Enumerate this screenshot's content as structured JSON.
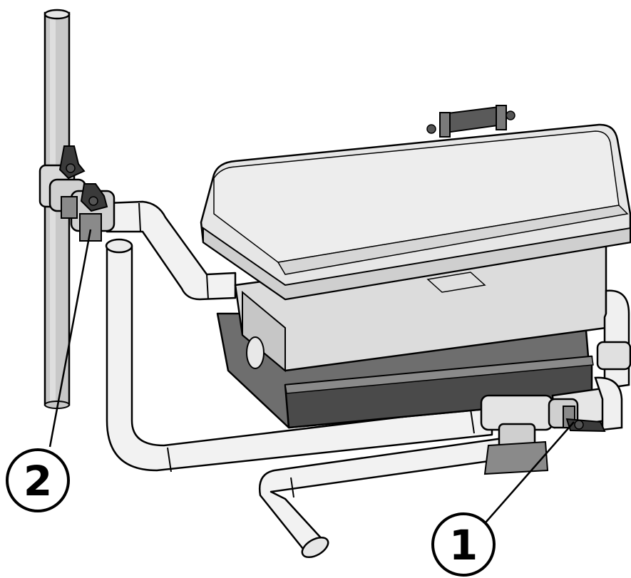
{
  "callouts": [
    {
      "label": "1",
      "target": "valve-1"
    },
    {
      "label": "2",
      "target": "valve-2"
    }
  ],
  "colors": {
    "outline": "#000000",
    "pipe_fill": "#f2f2f2",
    "pipe_shade": "#d9d9d9",
    "riser_fill": "#c8c8c8",
    "tank_fill": "#ececec",
    "tank_shade": "#d2d2d2",
    "base_dark": "#6e6e6e",
    "base_darker": "#4a4a4a",
    "valve_body": "#d0d0d0",
    "valve_handle": "#3a3a3a"
  }
}
